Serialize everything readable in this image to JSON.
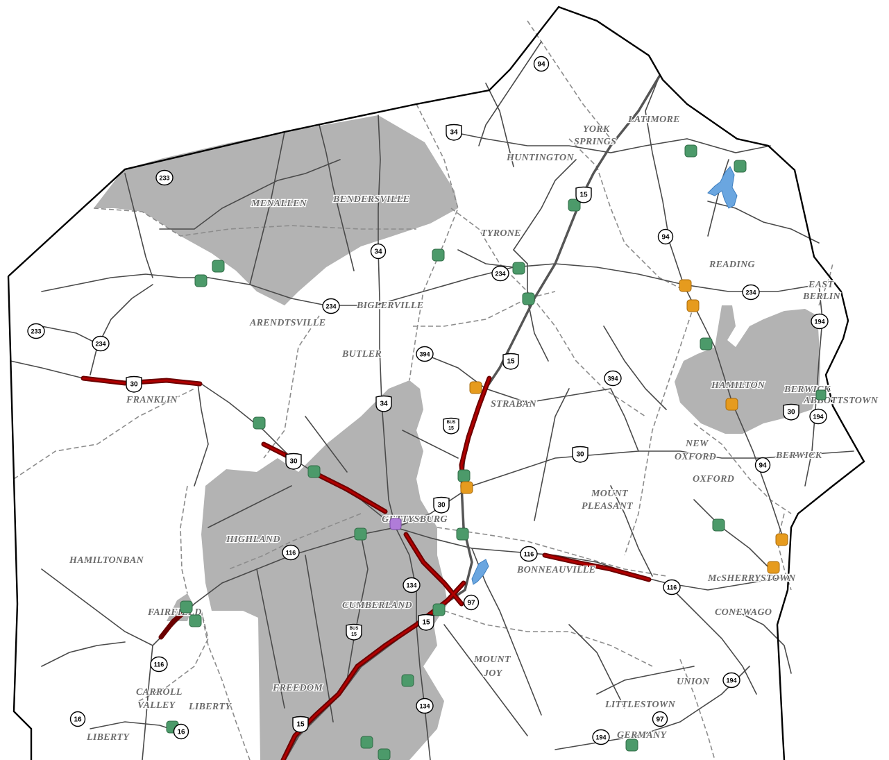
{
  "municipalities": [
    {
      "id": "menallen",
      "label": "MENALLEN"
    },
    {
      "id": "bendersville",
      "label": "BENDERSVILLE"
    },
    {
      "id": "tyrone",
      "label": "TYRONE"
    },
    {
      "id": "huntington",
      "label": "HUNTINGTON"
    },
    {
      "id": "york-springs-1",
      "label": "YORK"
    },
    {
      "id": "york-springs-2",
      "label": "SPRINGS"
    },
    {
      "id": "latimore",
      "label": "LATIMORE"
    },
    {
      "id": "reading",
      "label": "READING"
    },
    {
      "id": "east-berlin-1",
      "label": "EAST"
    },
    {
      "id": "east-berlin-2",
      "label": "BERLIN"
    },
    {
      "id": "biglerville",
      "label": "BIGLERVILLE"
    },
    {
      "id": "arendtsville",
      "label": "ARENDTSVILLE"
    },
    {
      "id": "butler",
      "label": "BUTLER"
    },
    {
      "id": "franklin",
      "label": "FRANKLIN"
    },
    {
      "id": "straban",
      "label": "STRABAN"
    },
    {
      "id": "hamilton",
      "label": "HAMILTON"
    },
    {
      "id": "berwick-boro",
      "label": "BERWICK"
    },
    {
      "id": "abbottstown",
      "label": "ABBOTTSTOWN"
    },
    {
      "id": "new-oxford-1",
      "label": "NEW"
    },
    {
      "id": "new-oxford-2",
      "label": "OXFORD"
    },
    {
      "id": "berwick",
      "label": "BERWICK"
    },
    {
      "id": "oxford",
      "label": "OXFORD"
    },
    {
      "id": "mount-pleasant-1",
      "label": "MOUNT"
    },
    {
      "id": "mount-pleasant-2",
      "label": "PLEASANT"
    },
    {
      "id": "gettysburg",
      "label": "GETTYSBURG"
    },
    {
      "id": "highland",
      "label": "HIGHLAND"
    },
    {
      "id": "hamiltonban",
      "label": "HAMILTONBAN"
    },
    {
      "id": "bonneauville",
      "label": "BONNEAUVILLE"
    },
    {
      "id": "mcsherrystown",
      "label": "McSHERRYSTOWN"
    },
    {
      "id": "cumberland",
      "label": "CUMBERLAND"
    },
    {
      "id": "conewago",
      "label": "CONEWAGO"
    },
    {
      "id": "fairfield",
      "label": "FAIRFIELD"
    },
    {
      "id": "mount-joy-1",
      "label": "MOUNT"
    },
    {
      "id": "mount-joy-2",
      "label": "JOY"
    },
    {
      "id": "union",
      "label": "UNION"
    },
    {
      "id": "carroll-valley-1",
      "label": "CARROLL"
    },
    {
      "id": "carroll-valley-2",
      "label": "VALLEY"
    },
    {
      "id": "liberty-boro",
      "label": "LIBERTY"
    },
    {
      "id": "freedom",
      "label": "FREEDOM"
    },
    {
      "id": "littlestown",
      "label": "LITTLESTOWN"
    },
    {
      "id": "liberty",
      "label": "LIBERTY"
    },
    {
      "id": "germany",
      "label": "GERMANY"
    }
  ],
  "route_shields": [
    {
      "id": "r94-north",
      "number": "94",
      "kind": "state"
    },
    {
      "id": "r34-north",
      "number": "34",
      "kind": "us"
    },
    {
      "id": "r233-north",
      "number": "233",
      "kind": "state"
    },
    {
      "id": "r15-north",
      "number": "15",
      "kind": "us"
    },
    {
      "id": "r34-mid",
      "number": "34",
      "kind": "state"
    },
    {
      "id": "r94-mid",
      "number": "94",
      "kind": "state"
    },
    {
      "id": "r234-tyrone",
      "number": "234",
      "kind": "state"
    },
    {
      "id": "r234-reading",
      "number": "234",
      "kind": "state"
    },
    {
      "id": "r234-bigler",
      "number": "234",
      "kind": "state"
    },
    {
      "id": "r233-west",
      "number": "233",
      "kind": "state"
    },
    {
      "id": "r234-west",
      "number": "234",
      "kind": "state"
    },
    {
      "id": "r394-west",
      "number": "394",
      "kind": "state"
    },
    {
      "id": "r194-east",
      "number": "194",
      "kind": "state"
    },
    {
      "id": "r15-mid",
      "number": "15",
      "kind": "us"
    },
    {
      "id": "r394-east",
      "number": "394",
      "kind": "state"
    },
    {
      "id": "r30-franklin",
      "number": "30",
      "kind": "us"
    },
    {
      "id": "r34-south",
      "number": "34",
      "kind": "us"
    },
    {
      "id": "r30-abbott",
      "number": "30",
      "kind": "us"
    },
    {
      "id": "r194-abbott",
      "number": "194",
      "kind": "state"
    },
    {
      "id": "rbus15-north",
      "number": "15",
      "kind": "bus",
      "banner": "BUS"
    },
    {
      "id": "r30-center",
      "number": "30",
      "kind": "us"
    },
    {
      "id": "r30-east",
      "number": "30",
      "kind": "us"
    },
    {
      "id": "r94-east",
      "number": "94",
      "kind": "state"
    },
    {
      "id": "r30-gettys",
      "number": "30",
      "kind": "us"
    },
    {
      "id": "r116-highland",
      "number": "116",
      "kind": "state"
    },
    {
      "id": "r116-bonne",
      "number": "116",
      "kind": "state"
    },
    {
      "id": "r116-east",
      "number": "116",
      "kind": "state"
    },
    {
      "id": "r134-north",
      "number": "134",
      "kind": "state"
    },
    {
      "id": "r97-north",
      "number": "97",
      "kind": "state"
    },
    {
      "id": "r15-south",
      "number": "15",
      "kind": "us"
    },
    {
      "id": "rbus15-south",
      "number": "15",
      "kind": "bus",
      "banner": "BUS"
    },
    {
      "id": "r116-fairfield",
      "number": "116",
      "kind": "state"
    },
    {
      "id": "r194-union",
      "number": "194",
      "kind": "state"
    },
    {
      "id": "r134-south",
      "number": "134",
      "kind": "state"
    },
    {
      "id": "r97-south",
      "number": "97",
      "kind": "state"
    },
    {
      "id": "r16-west",
      "number": "16",
      "kind": "state"
    },
    {
      "id": "r16-liberty",
      "number": "16",
      "kind": "state"
    },
    {
      "id": "r15-southwest",
      "number": "15",
      "kind": "us"
    },
    {
      "id": "r194-germany",
      "number": "194",
      "kind": "state"
    }
  ],
  "colors": {
    "shaded_area": "#b3b3b3",
    "county_border": "#000000",
    "road": "#4a4a4a",
    "township_boundary": "#8c8c8c",
    "highlighted_route": "#8b0000",
    "green_marker": "#4c9a6a",
    "orange_marker": "#e69b1e",
    "purple_marker": "#b07cd8",
    "water": "#6aa6e0",
    "label": "#6b6b6b"
  },
  "marker_types": {
    "green": "green-marker-icon",
    "orange": "orange-marker-icon",
    "purple": "purple-marker-icon"
  }
}
